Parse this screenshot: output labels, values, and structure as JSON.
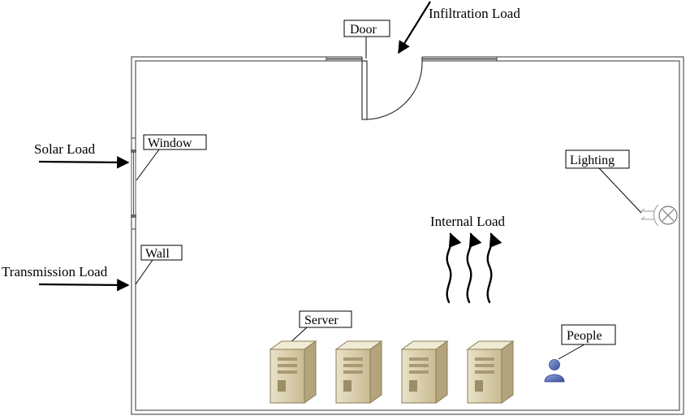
{
  "loads": {
    "infiltration": "Infiltration Load",
    "solar": "Solar Load",
    "transmission": "Transmission Load",
    "internal": "Internal Load"
  },
  "components": {
    "door": "Door",
    "window": "Window",
    "wall": "Wall",
    "lighting": "Lighting",
    "server": "Server",
    "people": "People"
  },
  "colors": {
    "wall_fill": "#e8e8e8",
    "server_front": "#d8cca8",
    "server_side": "#b3a47c",
    "person": "#5a6fb8"
  },
  "icons": [
    "server-icon",
    "person-icon",
    "light-fixture-icon"
  ]
}
